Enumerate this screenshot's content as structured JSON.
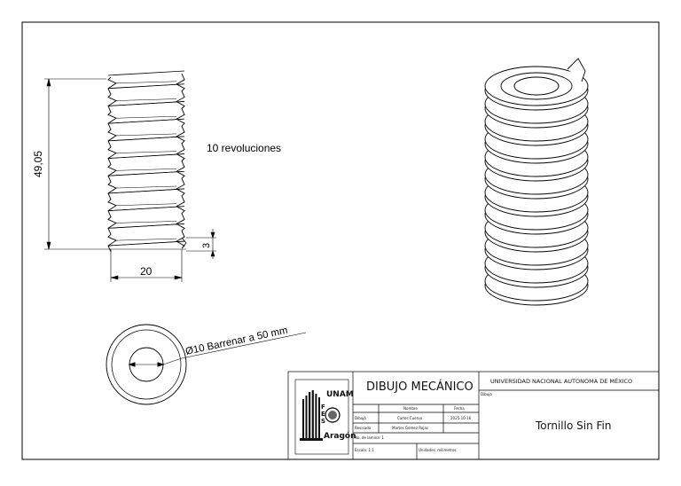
{
  "drawing": {
    "height_dim": "49,05",
    "width_dim": "20",
    "pitch_dim": "3",
    "revolutions_note": "10 revoluciones",
    "hole_note": "Ø10 Barrenar a 50 mm"
  },
  "title_block": {
    "logo_text": [
      "UNAM",
      "F",
      "E",
      "S",
      "Aragón"
    ],
    "course": "DIBUJO MECÁNICO",
    "university": "UNIVERSIDAD NACIONAL AUTONOMA DE MÉXICO",
    "col_nombre": "Nombre",
    "col_fecha": "Fecha",
    "dibujo_label": "Dibujó",
    "dibujo_name": "Carlos Cuervo",
    "dibujo_date": "2025-10-16",
    "reviso_label": "Revisado",
    "reviso_name": "Martes Gomez Rojas",
    "lamina_label": "No. de lamina: 1",
    "escala_label": "Escala: 1:1",
    "unidades_label": "Unidades: milimetros",
    "dibujo_field_label": "Dibujo",
    "part_name": "Tornillo Sin Fin"
  }
}
